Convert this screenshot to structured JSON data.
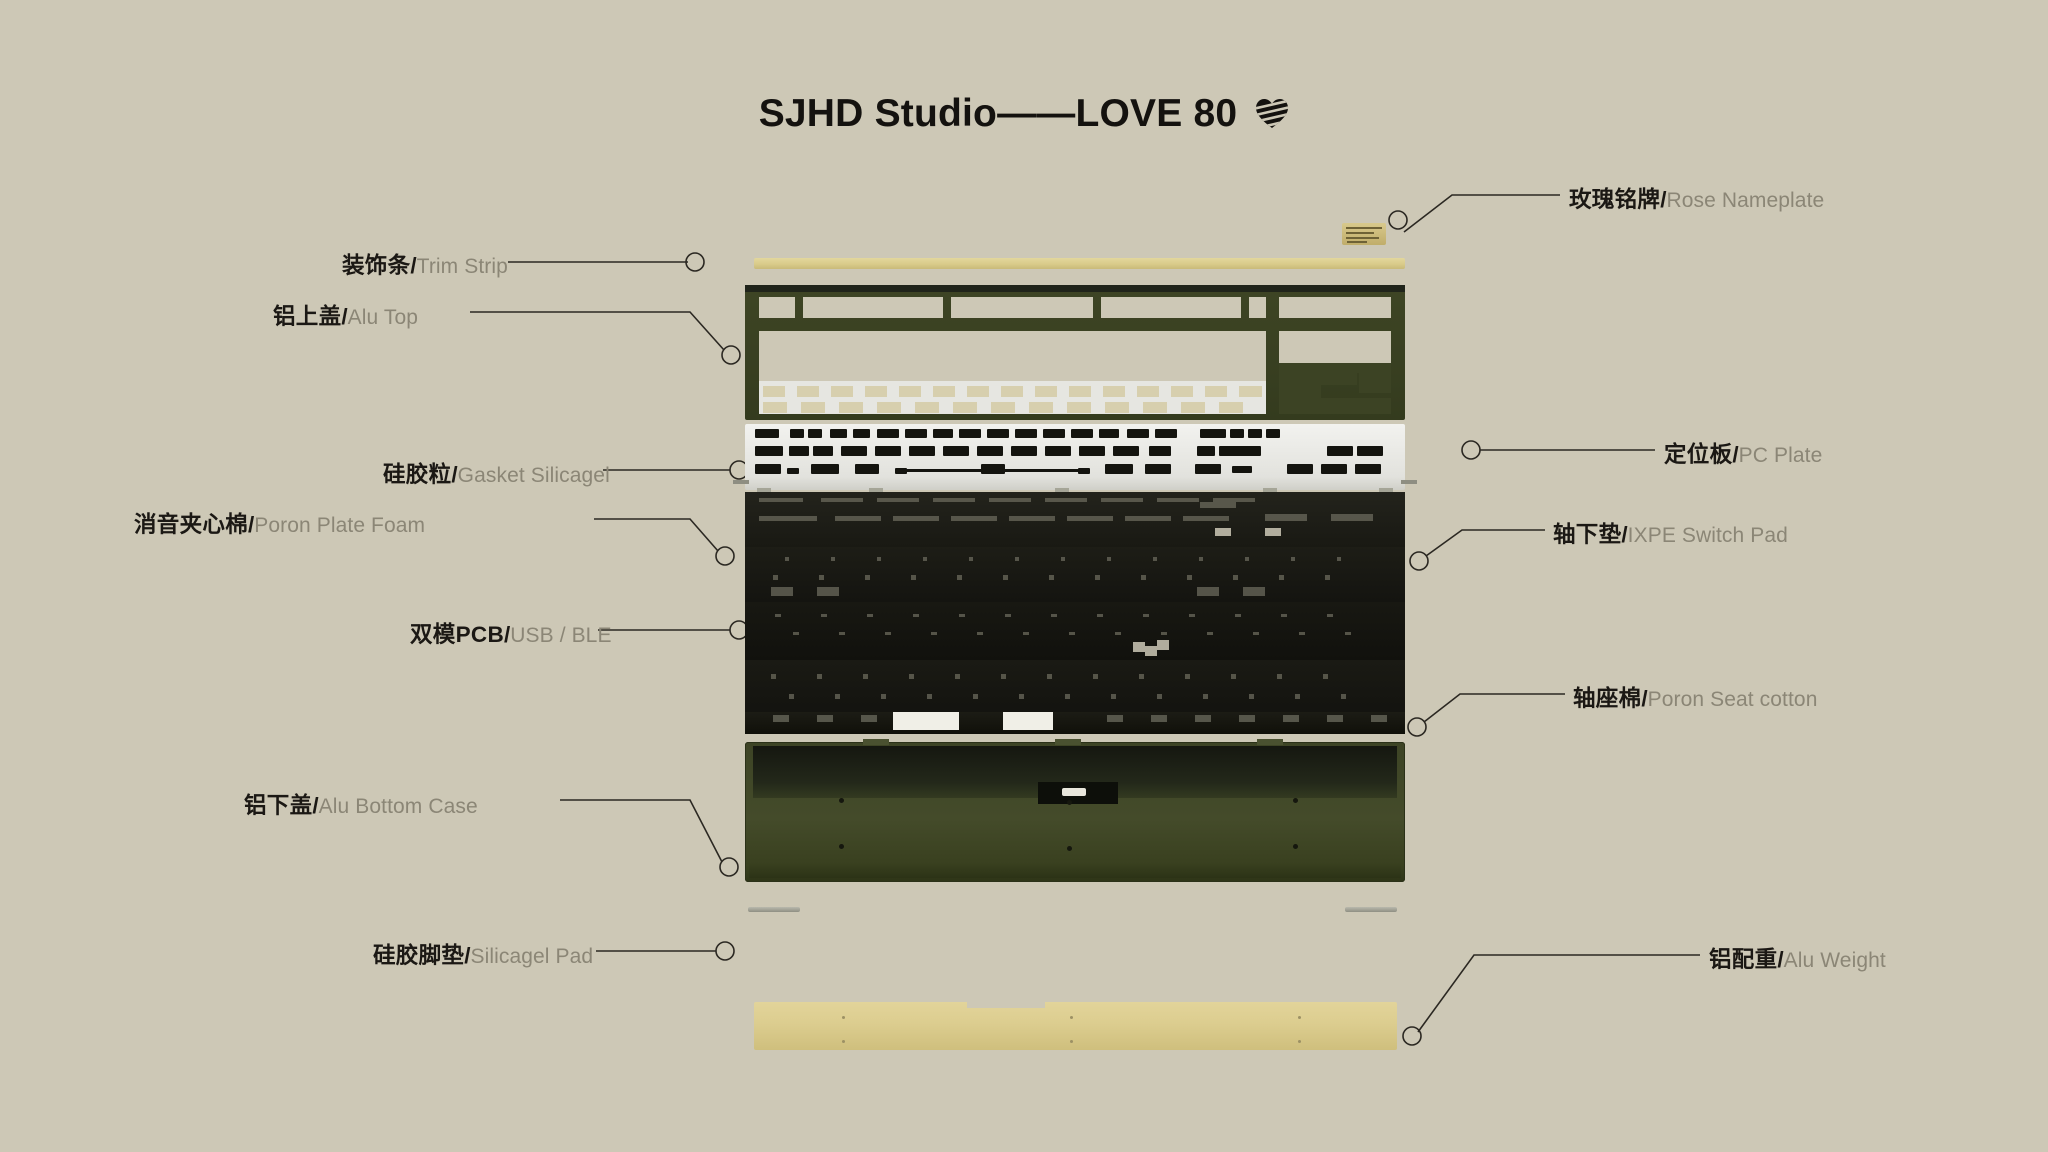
{
  "header": {
    "title": "SJHD Studio——LOVE 80",
    "brand": "SJHD Studio",
    "product": "LOVE 80",
    "logo_icon": "striped-heart-icon"
  },
  "theme": {
    "background": "#cdc8b6",
    "alu_case_green": "#3e4524",
    "trim_yellow": "#d9cb8a",
    "weight_gold": "#dccd8f",
    "plate_white": "#efefea",
    "foam_black": "#1a1a14",
    "text_primary": "#1b1814",
    "text_secondary": "#8b8676",
    "leader_line": "#2b2822"
  },
  "callouts_left": [
    {
      "cn": "装饰条",
      "sep": "/",
      "en": "Trim Strip",
      "part": "trim-strip"
    },
    {
      "cn": "铝上盖",
      "sep": "/",
      "en": "Alu Top",
      "part": "alu-top-case"
    },
    {
      "cn": "硅胶粒",
      "sep": "/",
      "en": "Gasket Silicagel",
      "part": "gasket-silicagel"
    },
    {
      "cn": "消音夹心棉",
      "sep": "/",
      "en": "Poron Plate Foam",
      "part": "poron-plate-foam"
    },
    {
      "cn": "双模PCB",
      "sep": "/",
      "en": "USB / BLE",
      "part": "dual-mode-pcb"
    },
    {
      "cn": "铝下盖",
      "sep": "/",
      "en": "Alu Bottom Case",
      "part": "alu-bottom-case"
    },
    {
      "cn": "硅胶脚垫",
      "sep": "/",
      "en": "Silicagel Pad",
      "part": "silicagel-pad"
    }
  ],
  "callouts_right": [
    {
      "cn": "玫瑰铭牌",
      "sep": "/",
      "en": "Rose Nameplate",
      "part": "rose-nameplate"
    },
    {
      "cn": "定位板",
      "sep": "/",
      "en": "PC Plate",
      "part": "pc-plate"
    },
    {
      "cn": "轴下垫",
      "sep": "/",
      "en": "IXPE Switch Pad",
      "part": "ixpe-switch-pad"
    },
    {
      "cn": "轴座棉",
      "sep": "/",
      "en": "Poron Seat cotton",
      "part": "poron-seat-cotton"
    },
    {
      "cn": "铝配重",
      "sep": "/",
      "en": "Alu Weight",
      "part": "alu-weight"
    }
  ]
}
